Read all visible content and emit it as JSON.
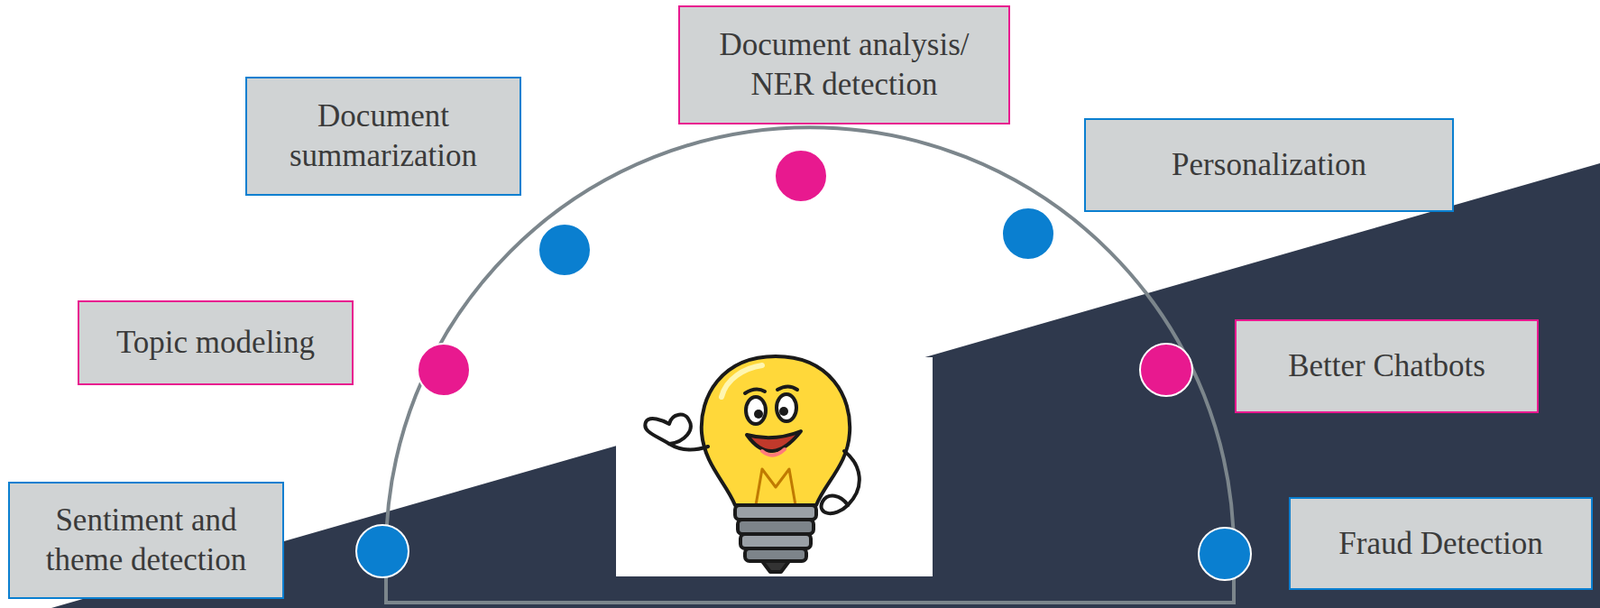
{
  "diagram": {
    "nodes": [
      {
        "text": [
          "Sentiment and theme detection"
        ]
      },
      {
        "text": [
          "Topic modeling"
        ]
      },
      {
        "text": [
          "Document summarization"
        ]
      },
      {
        "text": [
          "Document analysis/ NER detection"
        ]
      },
      {
        "text": [
          "Personalization"
        ]
      },
      {
        "text": [
          "Better Chatbots"
        ]
      },
      {
        "text": [
          "Fraud Detection"
        ]
      }
    ]
  }
}
